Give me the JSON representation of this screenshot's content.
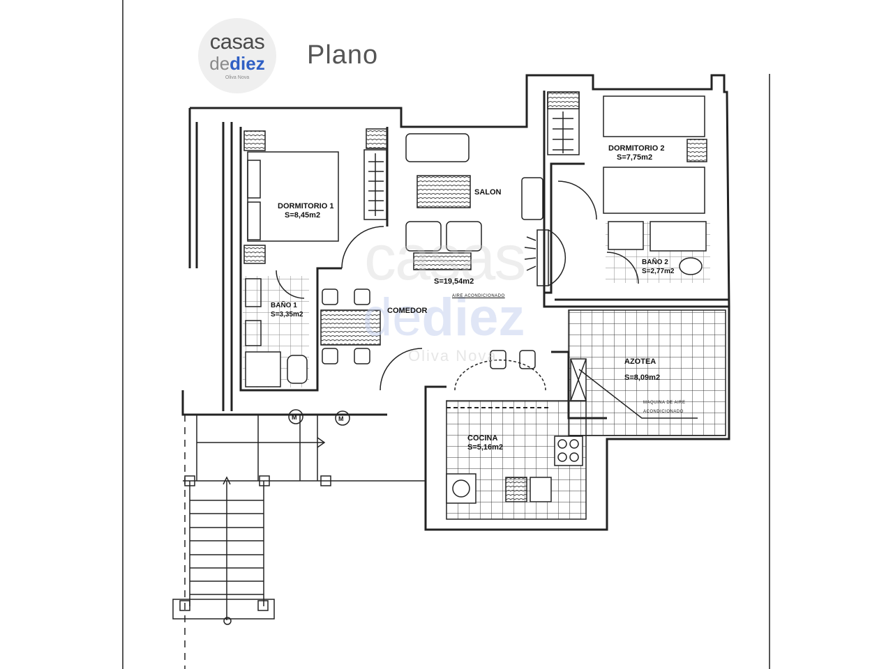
{
  "header": {
    "logo": {
      "line1": "casas",
      "line2a": "de",
      "line2b": "diez",
      "line3": "Oliva Nova"
    },
    "title": "Plano"
  },
  "watermark": {
    "line1": "casas",
    "line2a": "de",
    "line2b": "diez",
    "line3": "Oliva Nova"
  },
  "rooms": [
    {
      "name": "DORMITORIO 1",
      "area": "S=8,45m2"
    },
    {
      "name": "SALON",
      "area": ""
    },
    {
      "name": "DORMITORIO 2",
      "area": "S=7,75m2"
    },
    {
      "name": "BAÑO 1",
      "area": "S=3,35m2"
    },
    {
      "name": "BAÑO 2",
      "area": "S=2,77m2"
    },
    {
      "name": "COMEDOR",
      "area": "S=19,54m2"
    },
    {
      "name": "AZOTEA",
      "area": "S=8,09m2"
    },
    {
      "name": "COCINA",
      "area": "S=5,16m2"
    }
  ],
  "annotations": {
    "aire": "AIRE ACONDICIONADO",
    "maquina_1": "MAQUINA DE AIRE",
    "maquina_2": "ACONDICIONADO",
    "meter": "M"
  },
  "colors": {
    "brand_blue": "#2f5fc4",
    "line": "#222222",
    "title_gray": "#555555"
  }
}
